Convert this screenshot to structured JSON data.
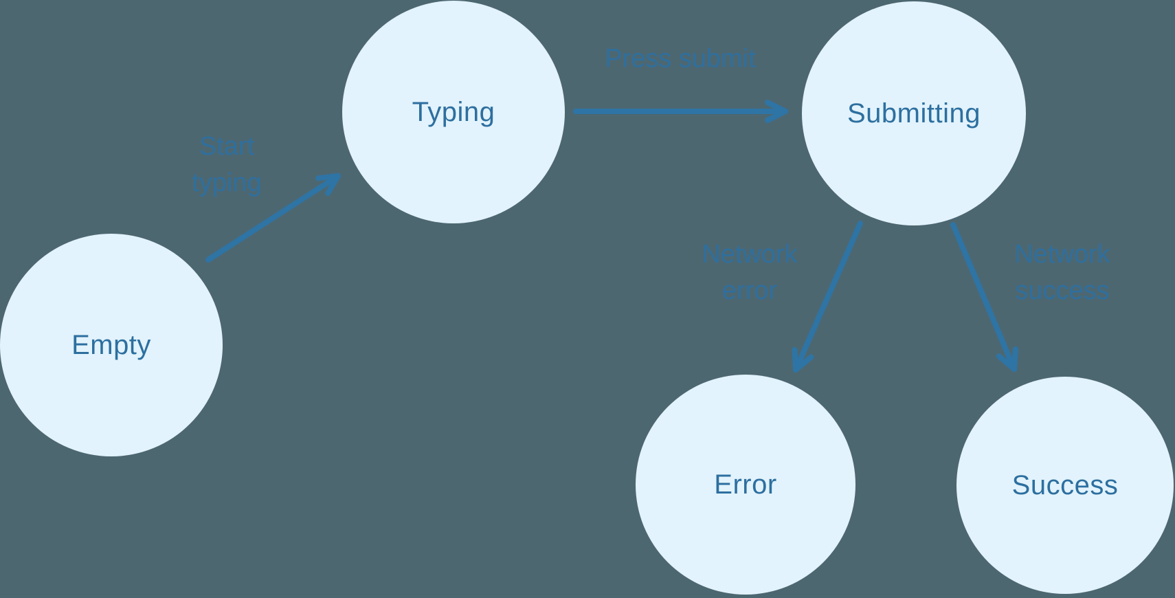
{
  "colors": {
    "background": "#4d6771",
    "node_fill": "#e2f3fd",
    "node_text": "#2d6f9f",
    "edge_label": "#2f6f9d",
    "arrow": "#2e74a5"
  },
  "diagram": {
    "type": "state-machine",
    "states": [
      {
        "id": "empty",
        "label": "Empty"
      },
      {
        "id": "typing",
        "label": "Typing"
      },
      {
        "id": "submitting",
        "label": "Submitting"
      },
      {
        "id": "error",
        "label": "Error"
      },
      {
        "id": "success",
        "label": "Success"
      }
    ],
    "transitions": [
      {
        "from": "Empty",
        "to": "Typing",
        "label": "Start typing",
        "label_lines": [
          "Start",
          "typing"
        ]
      },
      {
        "from": "Typing",
        "to": "Submitting",
        "label": "Press submit",
        "label_lines": [
          "Press submit"
        ]
      },
      {
        "from": "Submitting",
        "to": "Error",
        "label": "Network error",
        "label_lines": [
          "Network",
          "error"
        ]
      },
      {
        "from": "Submitting",
        "to": "Success",
        "label": "Network success",
        "label_lines": [
          "Network",
          "success"
        ]
      }
    ]
  }
}
